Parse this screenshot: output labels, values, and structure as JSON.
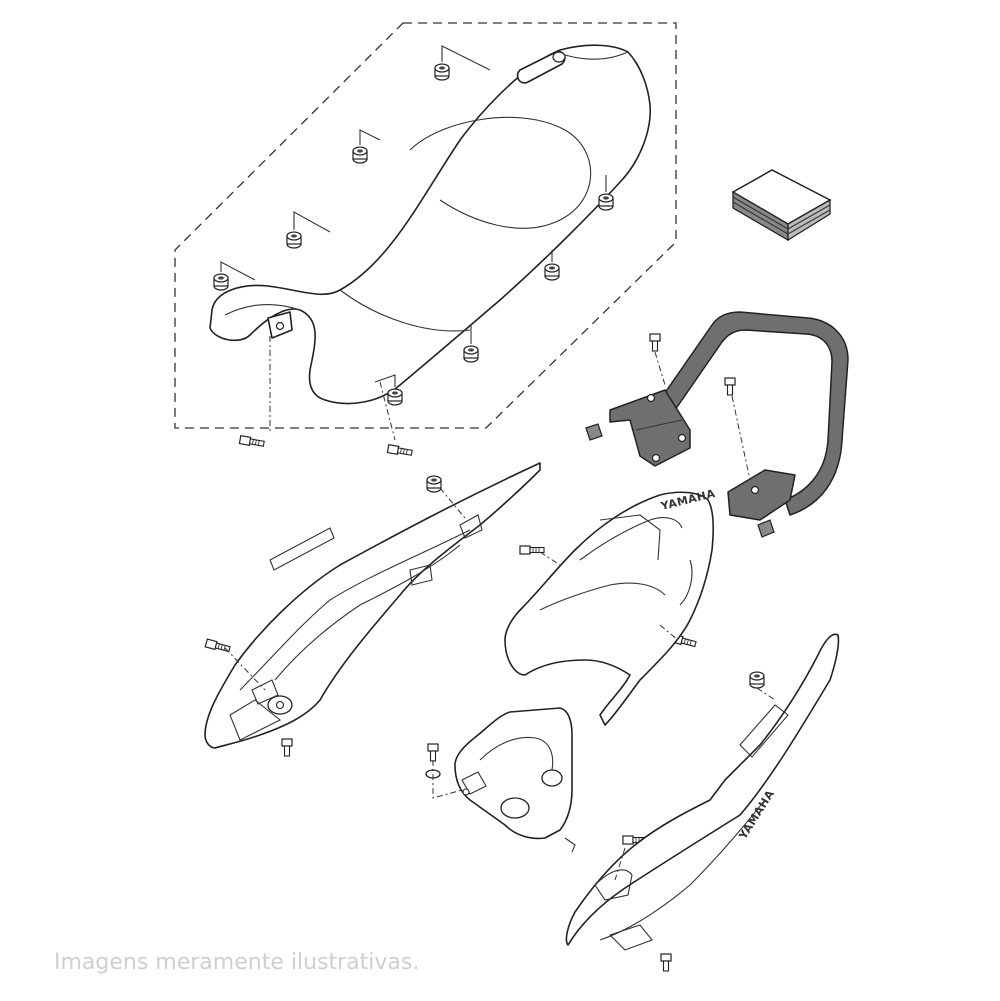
{
  "caption": "Imagens meramente ilustrativas.",
  "brand_marks": [
    "YAMAHA",
    "YAMAHA"
  ],
  "colors": {
    "line": "#222222",
    "grab_bar": "#6f6f6f",
    "caption": "#cfcfcf",
    "background": "#ffffff"
  },
  "icons": [
    "seat-part",
    "manual-booklet-icon",
    "grab-bar-part",
    "side-cover-left",
    "tail-cowl",
    "rear-fender-tray",
    "side-cover-right",
    "bolt-icon",
    "grommet-icon"
  ]
}
